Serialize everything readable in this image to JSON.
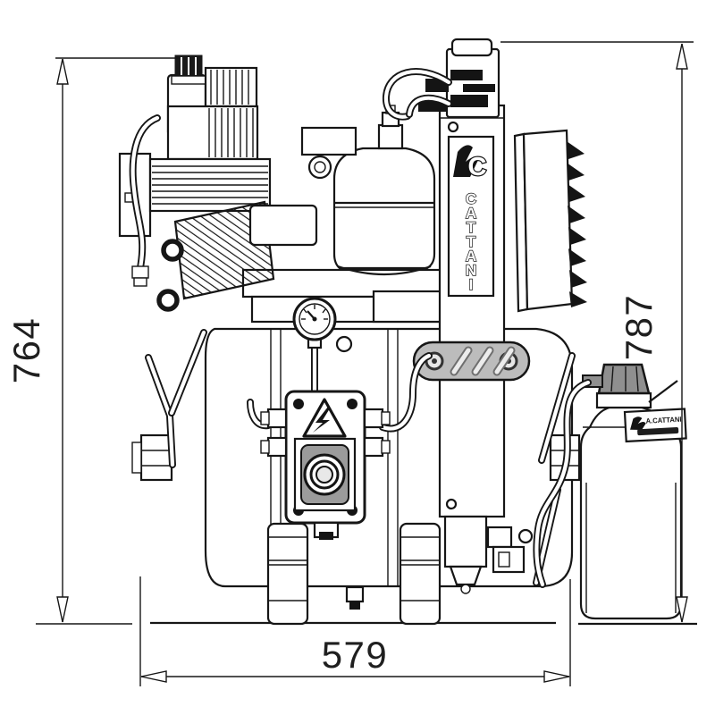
{
  "dimensions": {
    "left_mm": "764",
    "right_mm": "787",
    "bottom_mm": "579"
  },
  "branding": {
    "column_logo_letter": "C",
    "column_letters": [
      "C",
      "A",
      "T",
      "T",
      "A",
      "N",
      "I"
    ],
    "bottle_label_line1": "A.CATTANI"
  },
  "colors": {
    "line": "#161616",
    "cap_gray": "#8f8f8f",
    "panel_gray": "#9b9b9b",
    "bracket_gray": "#bcbcbc",
    "slot_light": "#ececec"
  }
}
